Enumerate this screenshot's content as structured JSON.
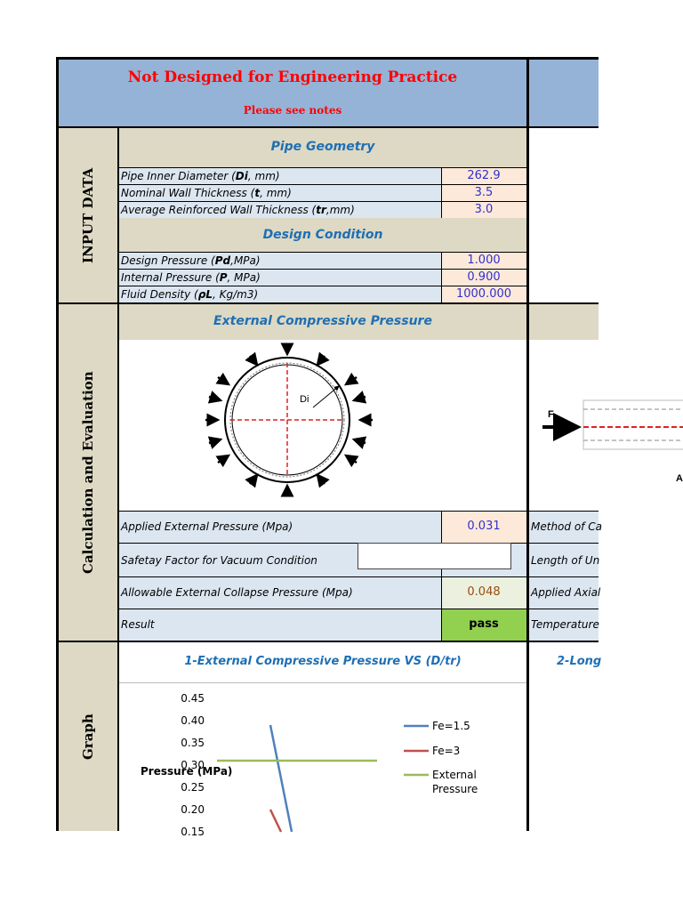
{
  "header": {
    "title": "Not Designed for Engineering Practice",
    "notes": "Please see notes"
  },
  "side_labels": {
    "input": "INPUT DATA",
    "calc": "Calculation and Evaluation",
    "graph": "Graph"
  },
  "pipe_geometry": {
    "heading": "Pipe Geometry",
    "rows": [
      {
        "pre": "Pipe Inner Diameter (",
        "sym": "Di",
        "post": ", mm)",
        "value": "262.9"
      },
      {
        "pre": "Nominal Wall Thickness (",
        "sym": "t",
        "post": ", mm)",
        "value": "3.5"
      },
      {
        "pre": "Average Reinforced Wall Thickness (",
        "sym": "tr",
        "post": ",mm)",
        "value": "3.0"
      }
    ]
  },
  "design_condition": {
    "heading": "Design Condition",
    "rows": [
      {
        "pre": "Design Pressure (",
        "sym": "Pd",
        "post": ",MPa)",
        "value": "1.000"
      },
      {
        "pre": "Internal Pressure (",
        "sym": "P",
        "post": ", MPa)",
        "value": "0.900"
      },
      {
        "pre": "Fluid Density (",
        "sym": "ρL",
        "post": ", Kg/m3)",
        "value": "1000.000"
      }
    ]
  },
  "external": {
    "heading": "External Compressive Pressure",
    "diagram_label": "Di",
    "rows": [
      {
        "label": "Applied External Pressure (Mpa)",
        "value": "0.031"
      },
      {
        "label": "Safetay Factor for Vacuum Condition",
        "value": ""
      },
      {
        "label": "Allowable External Collapse Pressure (Mpa)",
        "value": "0.048"
      },
      {
        "label": "Result",
        "value": "pass"
      }
    ]
  },
  "right_panel": {
    "force_label": "F",
    "axial_label": "A",
    "rows": [
      "Method of Ca",
      "Length of Un",
      "Applied Axial",
      "Temperature"
    ]
  },
  "graphs": {
    "graph1_title": "1-External Compressive Pressure VS (D/tr)",
    "graph2_title": "2-Long"
  },
  "chart_data": {
    "type": "line",
    "title": "",
    "ylabel": "Pressure (MPa)",
    "xlabel": "",
    "ylim": [
      0.15,
      0.45
    ],
    "yticks": [
      "0.45",
      "0.40",
      "0.35",
      "0.30",
      "0.25",
      "0.20",
      "0.15"
    ],
    "legend": "right",
    "series": [
      {
        "name": "Fe=1.5",
        "color": "#4f81bd",
        "points": [
          [
            0.0,
            0.39
          ],
          [
            0.15,
            0.33
          ],
          [
            0.3,
            0.27
          ],
          [
            0.45,
            0.21
          ],
          [
            0.6,
            0.15
          ]
        ]
      },
      {
        "name": "Fe=3",
        "color": "#c0504d",
        "points": [
          [
            0.0,
            0.2
          ],
          [
            0.15,
            0.175
          ],
          [
            0.3,
            0.15
          ]
        ]
      },
      {
        "name": "External Pressure",
        "color": "#9bbb59",
        "points": [
          [
            -1.5,
            0.31
          ],
          [
            3.0,
            0.31
          ]
        ]
      }
    ],
    "legend_labels": [
      "Fe=1.5",
      "Fe=3",
      "External",
      "Pressure"
    ]
  }
}
